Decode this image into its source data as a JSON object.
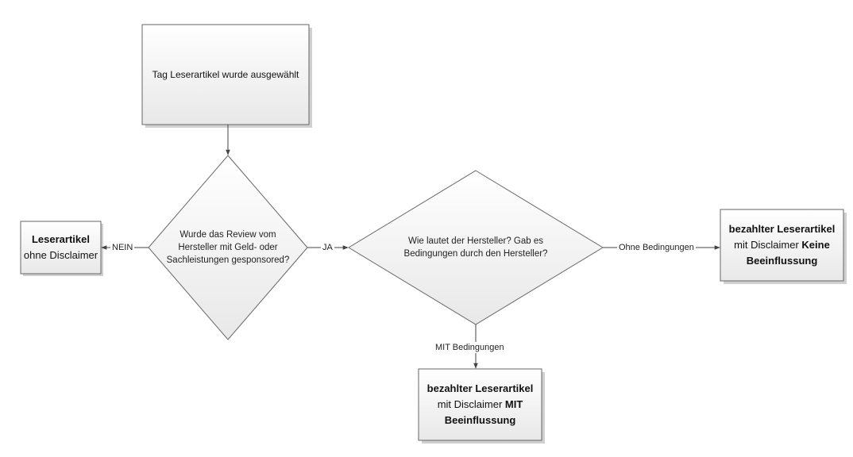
{
  "start": {
    "text": "Tag Leserartikel wurde ausgewählt"
  },
  "decision1": {
    "text": "Wurde das Review vom Hersteller mit Geld- oder Sachleistungen gesponsored?"
  },
  "decision2": {
    "text": "Wie lautet der Hersteller? Gab es Bedingungen durch den Hersteller?"
  },
  "result_left": {
    "bold1": "Leserartikel",
    "rest": "ohne Disclaimer"
  },
  "result_right": {
    "bold1": "bezahlter Leserartikel",
    "mid": " mit Disclaimer ",
    "bold2": "Keine Beeinflussung"
  },
  "result_bottom": {
    "bold1": "bezahlter Leserartikel",
    "mid": " mit Disclaimer ",
    "bold2": "MIT Beeinflussung"
  },
  "edges": {
    "nein": "NEIN",
    "ja": "JA",
    "ohne": "Ohne Bedingungen",
    "mit": "MIT Bedingungen"
  },
  "colors": {
    "fill_box": "#f2f2f2",
    "fill_shape_light": "#f5f5f5",
    "stroke": "#555555"
  }
}
